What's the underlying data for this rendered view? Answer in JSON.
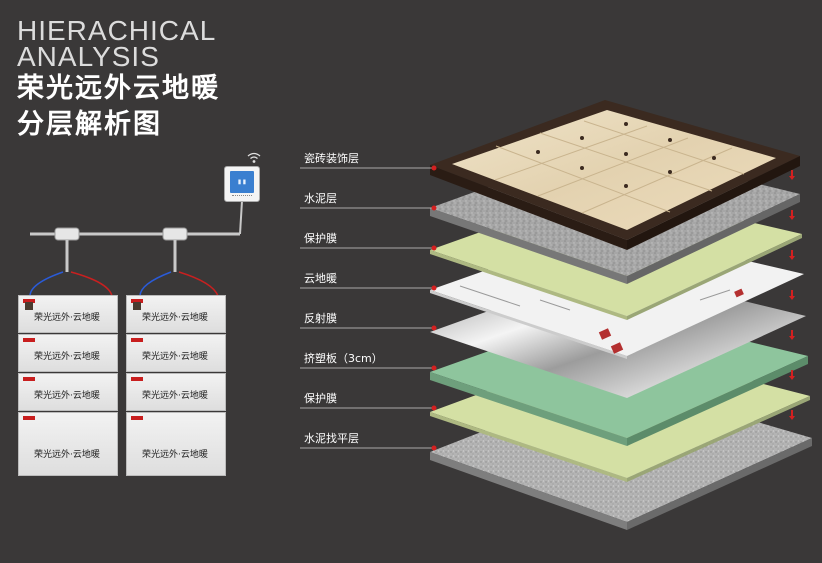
{
  "header": {
    "title_en_line1": "HIERACHICAL",
    "title_en_line2": "ANALYSIS",
    "title_cn_line1": "荣光远外云地暖",
    "title_cn_line2": "分层解析图"
  },
  "layers": [
    {
      "label": "瓷砖装饰层"
    },
    {
      "label": "水泥层"
    },
    {
      "label": "保护膜"
    },
    {
      "label": "云地暖"
    },
    {
      "label": "反射膜"
    },
    {
      "label": "挤塑板（3cm）"
    },
    {
      "label": "保护膜"
    },
    {
      "label": "水泥找平层"
    }
  ],
  "heating_mats": {
    "product_text": "荣光远外·云地暖"
  },
  "colors": {
    "background": "#3a3838",
    "arrow": "#d42020",
    "tile": "#e6d7b8",
    "tile_border": "#3a2a20",
    "cement": "#a8a8a8",
    "film_light_green": "#d6e2a8",
    "film_teal_green": "#8fc8a0",
    "reflective": "#d8d8d8",
    "heating_film": "#f0f0f0"
  },
  "icons": {
    "arrow": "red-down-arrow-icon",
    "wifi": "wifi-icon",
    "thermostat": "thermostat-icon"
  }
}
